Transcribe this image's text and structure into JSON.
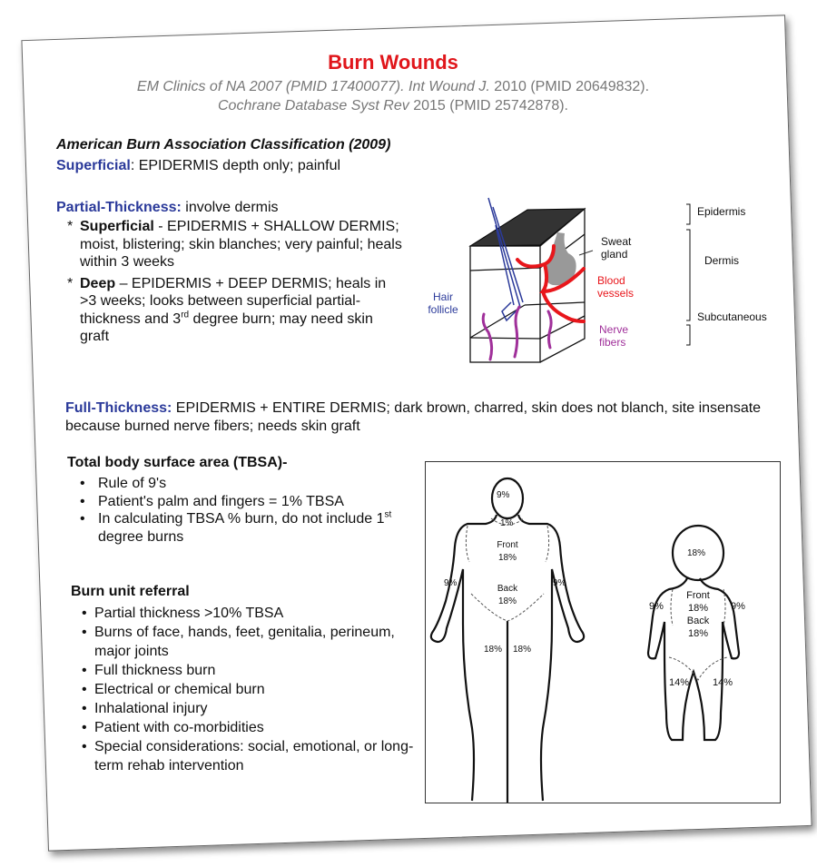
{
  "title": "Burn Wounds",
  "citations": {
    "line1_a": "EM Clinics of NA 2007 (PMID 17400077).",
    "line1_b": "Int Wound J.",
    "line1_c": "2010 (PMID 20649832).",
    "line2_a": "Cochrane Database Syst Rev",
    "line2_b": "2015 (PMID 25742878)."
  },
  "classification": {
    "heading": "American Burn Association Classification (2009)",
    "superficial_label": "Superficial",
    "superficial_text": ": EPIDERMIS depth only; painful",
    "partial_label": "Partial-Thickness:",
    "partial_text": " involve dermis",
    "partial_superficial_label": "Superficial",
    "partial_superficial_text": " - EPIDERMIS + SHALLOW DERMIS; moist, blistering; skin blanches; very painful; heals within 3 weeks",
    "partial_deep_label": "Deep",
    "partial_deep_text": " – EPIDERMIS + DEEP DERMIS; heals in >3 weeks; looks between superficial partial-thickness and 3",
    "partial_deep_sup": "rd",
    "partial_deep_tail": " degree burn; may need skin graft",
    "full_label": "Full-Thickness:",
    "full_text": " EPIDERMIS + ENTIRE DERMIS; dark brown, charred, skin does not blanch, site insensate because burned nerve fibers; needs skin graft"
  },
  "skin_diagram": {
    "epidermis": "Epidermis",
    "dermis": "Dermis",
    "subcutaneous": "Subcutaneous",
    "sweat_gland": "Sweat gland",
    "blood_vessels": "Blood vessels",
    "nerve_fibers": "Nerve fibers",
    "hair_follicle": "Hair follicle",
    "colors": {
      "hair": "#2b3a9a",
      "blood": "#e8161b",
      "nerve": "#a0309a",
      "gland": "#999999"
    }
  },
  "tbsa": {
    "heading": "Total body surface area (TBSA)-",
    "items": [
      "Rule of 9's",
      "Patient's palm and fingers = 1% TBSA",
      "In calculating TBSA % burn, do not include 1"
    ],
    "item3_sup": "st",
    "item3_tail": " degree burns"
  },
  "referral": {
    "heading": "Burn unit referral",
    "items": [
      "Partial thickness >10% TBSA",
      "Burns of face, hands, feet, genitalia, perineum, major joints",
      "Full thickness burn",
      "Electrical or chemical burn",
      "Inhalational injury",
      "Patient with co-morbidities",
      "Special considerations: social, emotional, or long-term rehab intervention"
    ]
  },
  "body_chart": {
    "adult": {
      "head": "9%",
      "neck": "1%",
      "front": "Front",
      "front_pct": "18%",
      "back": "Back",
      "back_pct": "18%",
      "left_arm": "9%",
      "right_arm": "9%",
      "left_leg": "18%",
      "right_leg": "18%"
    },
    "child": {
      "head": "18%",
      "front": "Front",
      "front_pct": "18%",
      "back": "Back",
      "back_pct": "18%",
      "left_arm": "9%",
      "right_arm": "9%",
      "left_leg": "14%",
      "right_leg": "14%"
    }
  }
}
